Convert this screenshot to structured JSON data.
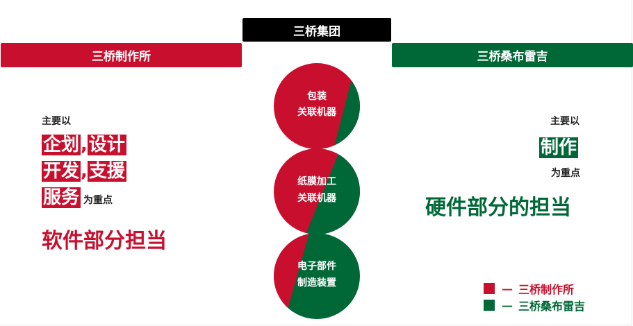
{
  "header": {
    "group": "三桥集团",
    "left": "三桥制作所",
    "right": "三桥桑布雷吉"
  },
  "left_panel": {
    "lead": "主要以",
    "line1_a": "企划",
    "line1_b": "设计",
    "line2_a": "开发",
    "line2_b": "支援",
    "line3": "服务",
    "suffix": "为重点",
    "comma": ",",
    "summary": "软件部分担当"
  },
  "right_panel": {
    "lead": "主要以",
    "main": "制作",
    "suffix": "为重点",
    "summary": "硬件部分的担当"
  },
  "circles": [
    {
      "line1": "包装",
      "line2": "关联机器"
    },
    {
      "line1": "纸膜加工",
      "line2": "关联机器"
    },
    {
      "line1": "电子部件",
      "line2": "制造装置"
    }
  ],
  "legend": [
    {
      "dash": "—",
      "label": "三桥制作所",
      "color": "#c8102e"
    },
    {
      "dash": "—",
      "label": "三桥桑布雷吉",
      "color": "#006837"
    }
  ],
  "colors": {
    "red": "#c8102e",
    "green": "#006837",
    "black": "#000000"
  }
}
